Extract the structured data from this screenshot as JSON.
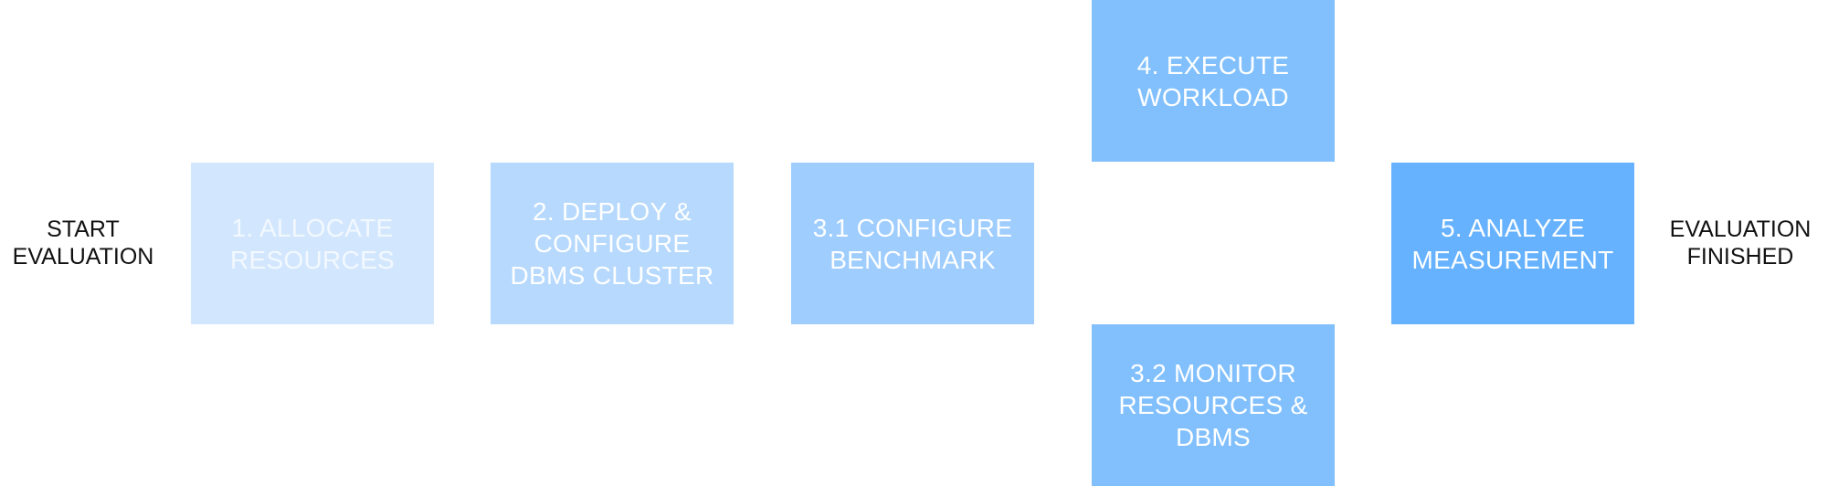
{
  "start": {
    "line1": "START",
    "line2": "EVALUATION"
  },
  "end": {
    "line1": "EVALUATION",
    "line2": "FINISHED"
  },
  "steps": [
    {
      "lines": [
        "1. ALLOCATE",
        "RESOURCES"
      ],
      "color": "#d2e7fd"
    },
    {
      "lines": [
        "2. DEPLOY &",
        "CONFIGURE",
        "DBMS CLUSTER"
      ],
      "color": "#b6d9fd"
    },
    {
      "lines": [
        "3.1 CONFIGURE",
        "BENCHMARK"
      ],
      "color": "#9ecdfe"
    },
    {
      "lines": [
        "4. EXECUTE",
        "WORKLOAD"
      ],
      "color": "#81c0fd"
    },
    {
      "lines": [
        "3.2 MONITOR",
        "RESOURCES &",
        "DBMS"
      ],
      "color": "#81c0fd"
    },
    {
      "lines": [
        "5. ANALYZE",
        "MEASUREMENT"
      ],
      "color": "#66b2fe"
    }
  ]
}
